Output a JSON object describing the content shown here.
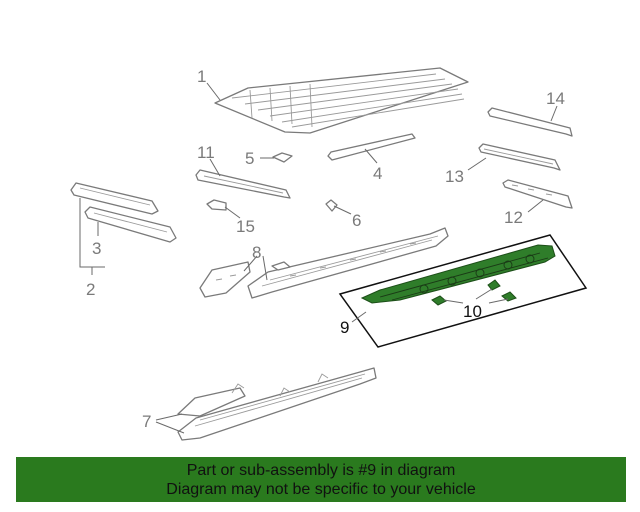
{
  "callouts": {
    "c1": "1",
    "c2": "2",
    "c3": "3",
    "c4": "4",
    "c5": "5",
    "c6": "6",
    "c7": "7",
    "c8": "8",
    "c9": "9",
    "c10": "10",
    "c11": "11",
    "c12": "12",
    "c13": "13",
    "c14": "14",
    "c15": "15"
  },
  "banner": {
    "line1": "Part or sub-assembly is #9 in diagram",
    "line2": "Diagram may not be specific to your vehicle"
  },
  "colors": {
    "highlight": "#2f7d2a",
    "banner": "#2a7a1e"
  }
}
